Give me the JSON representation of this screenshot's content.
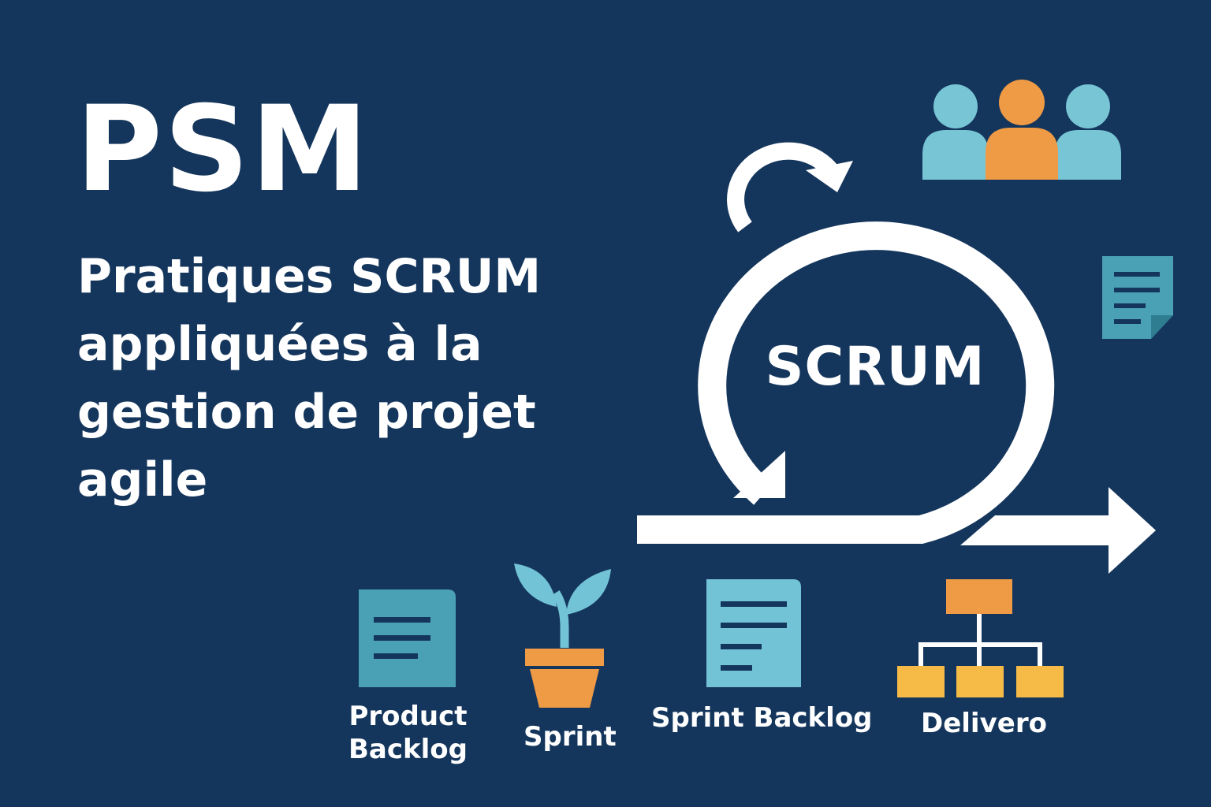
{
  "header": {
    "title": "PSM",
    "subtitle_lines": [
      "Pratiques SCRUM",
      "appliquées à la",
      "gestion de projet",
      "agile"
    ]
  },
  "cycle": {
    "label": "SCRUM"
  },
  "artifacts": [
    {
      "name": "product-backlog",
      "icon": "document-icon",
      "lines": [
        "Product",
        "Backlog"
      ]
    },
    {
      "name": "sprint",
      "icon": "plant-pot-icon",
      "lines": [
        "Sprint"
      ]
    },
    {
      "name": "sprint-backlog",
      "icon": "document-icon",
      "lines": [
        "Sprint Backlog"
      ]
    },
    {
      "name": "delivero",
      "icon": "org-chart-icon",
      "lines": [
        "Delivero"
      ]
    }
  ],
  "decorations": {
    "team_icon": "team-icon",
    "document_icon": "document-icon",
    "arrow_icon": "arrow-right-icon"
  },
  "colors": {
    "background": "#15365c",
    "text": "#ffffff",
    "teal": "#4aa0b4",
    "light_teal": "#73c3d6",
    "orange": "#ef9a45",
    "yellow": "#f6bb47",
    "person_blue": "#77c5d5"
  }
}
